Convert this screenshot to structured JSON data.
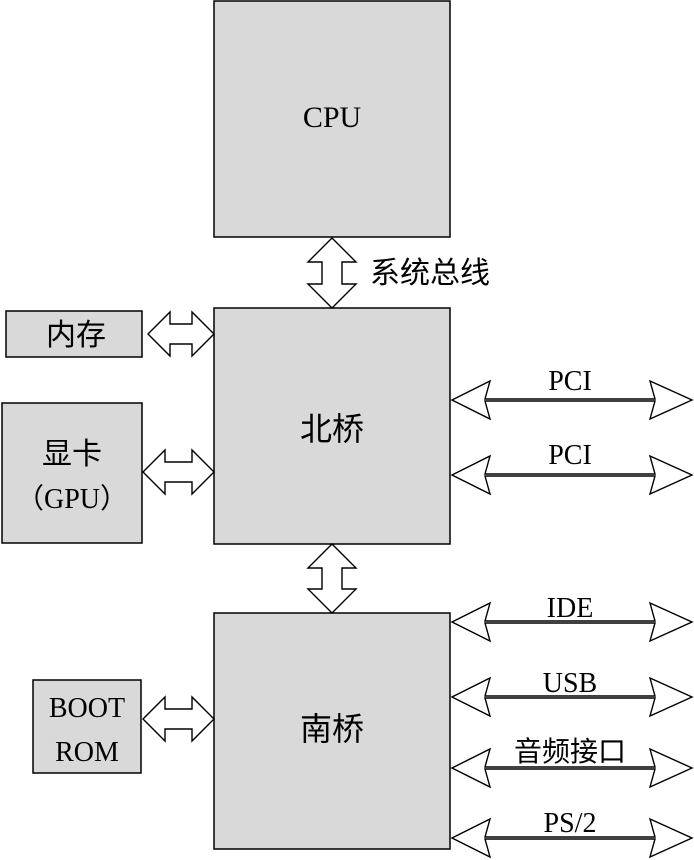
{
  "blocks": {
    "cpu": "CPU",
    "north_bridge": "北桥",
    "south_bridge": "南桥",
    "memory": "内存",
    "gpu_line1": "显卡",
    "gpu_line2": "（GPU）",
    "boot_line1": "BOOT",
    "boot_line2": "ROM"
  },
  "links": {
    "system_bus": "系统总线",
    "pci_1": "PCI",
    "pci_2": "PCI",
    "ide": "IDE",
    "usb": "USB",
    "audio": "音频接口",
    "ps2": "PS/2"
  },
  "colors": {
    "box_fill": "#d9d9d9",
    "stroke": "#000000",
    "arrow_fill": "#ffffff"
  }
}
